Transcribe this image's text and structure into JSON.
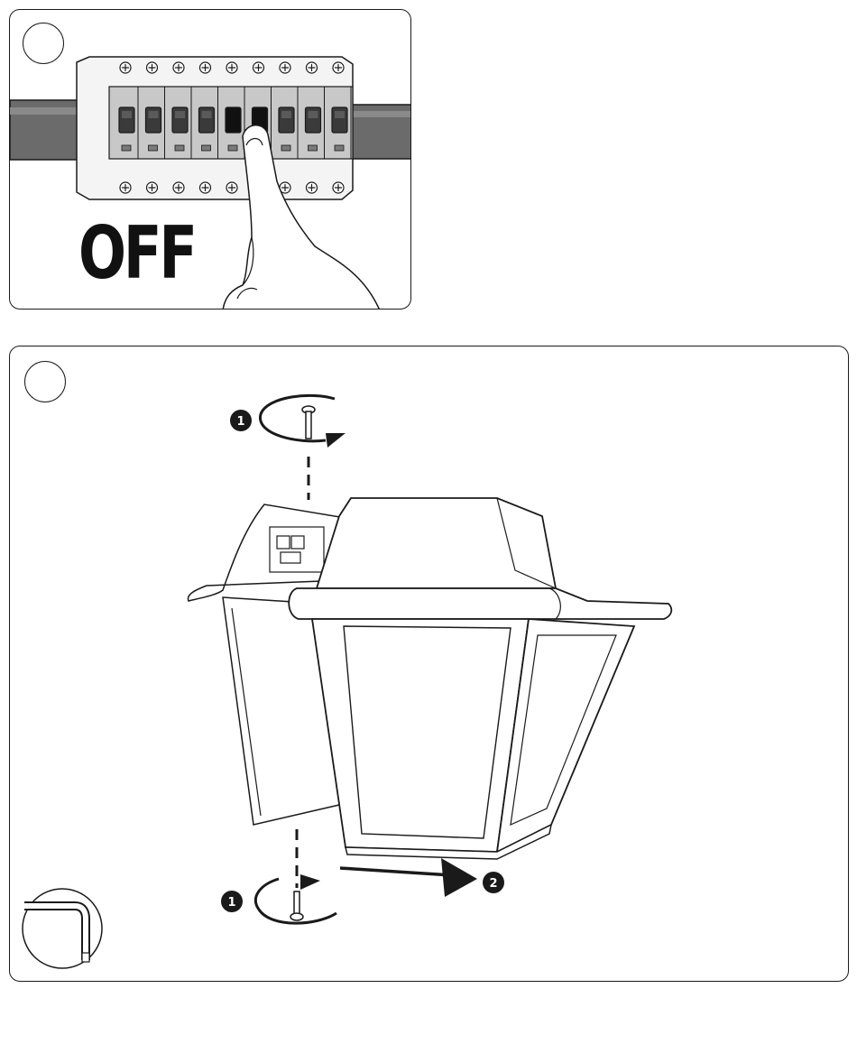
{
  "panel_1": {
    "label": "OFF"
  },
  "panel_2": {
    "steps": {
      "step_1": "1",
      "step_2": "2"
    },
    "tool_icon": "allen-key-icon"
  },
  "colors": {
    "line": "#1a1a1a",
    "rail": "#6b6b6b",
    "breaker_body": "#c8c8c8",
    "lamp_fill": "#ffffff"
  }
}
